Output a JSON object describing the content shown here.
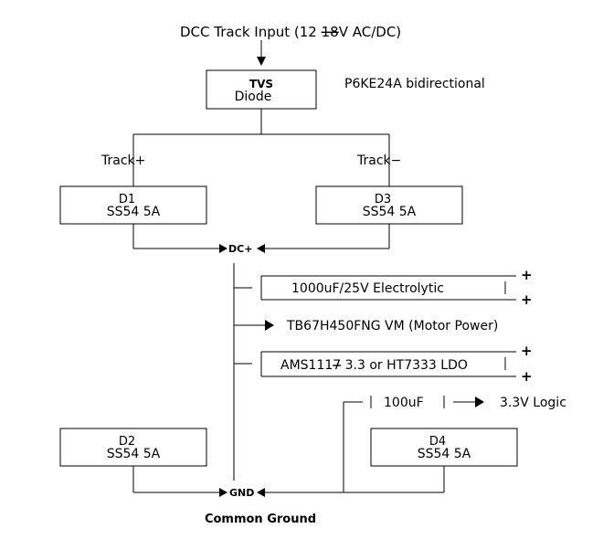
{
  "input_label": "DCC Track Input (12",
  "input_label_strike": "18",
  "input_label_tail": "V AC/DC)",
  "tvs": {
    "line1": "TVS",
    "line2": "Diode",
    "note": "P6KE24A bidirectional"
  },
  "track_plus": "Track+",
  "track_minus": "Track−",
  "d1": {
    "name": "D1",
    "part": "SS54 5A"
  },
  "d3": {
    "name": "D3",
    "part": "SS54 5A"
  },
  "d2": {
    "name": "D2",
    "part": "SS54 5A"
  },
  "d4": {
    "name": "D4",
    "part": "SS54 5A"
  },
  "dc_plus": "DC+",
  "gnd": "GND",
  "common_ground": "Common Ground",
  "cap_bulk": "1000uF/25V Electrolytic",
  "motor": "TB67H450FNG VM (Motor Power)",
  "ldo_a": "AMS111",
  "ldo_strike": "7",
  "ldo_b": " 3.3 or HT7333 LDO",
  "cap_100": "100uF",
  "logic": "3.3V Logic",
  "plus_sign": "+"
}
